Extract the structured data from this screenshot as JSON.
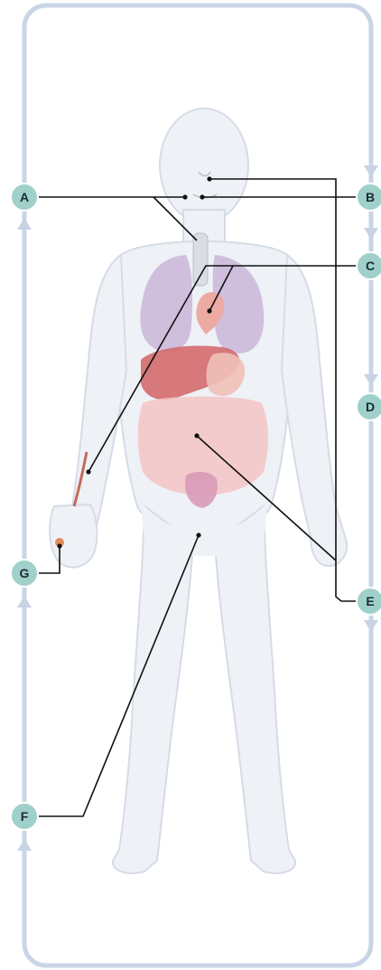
{
  "labels": {
    "a": "A",
    "b": "B",
    "c": "C",
    "d": "D",
    "e": "E",
    "f": "F",
    "g": "G"
  },
  "colors": {
    "frame": "#c9d5e6",
    "arrow": "#c7d3e5",
    "badge_fill": "#9fd0c9",
    "badge_stroke": "#ffffff",
    "badge_text": "#1a2b33",
    "body_fill": "#eef1f6",
    "body_outline": "#d6dce6",
    "lungs": "#c9b6d8",
    "liver": "#d46a6e",
    "intestines": "#f4c4c4",
    "leader": "#111111"
  }
}
